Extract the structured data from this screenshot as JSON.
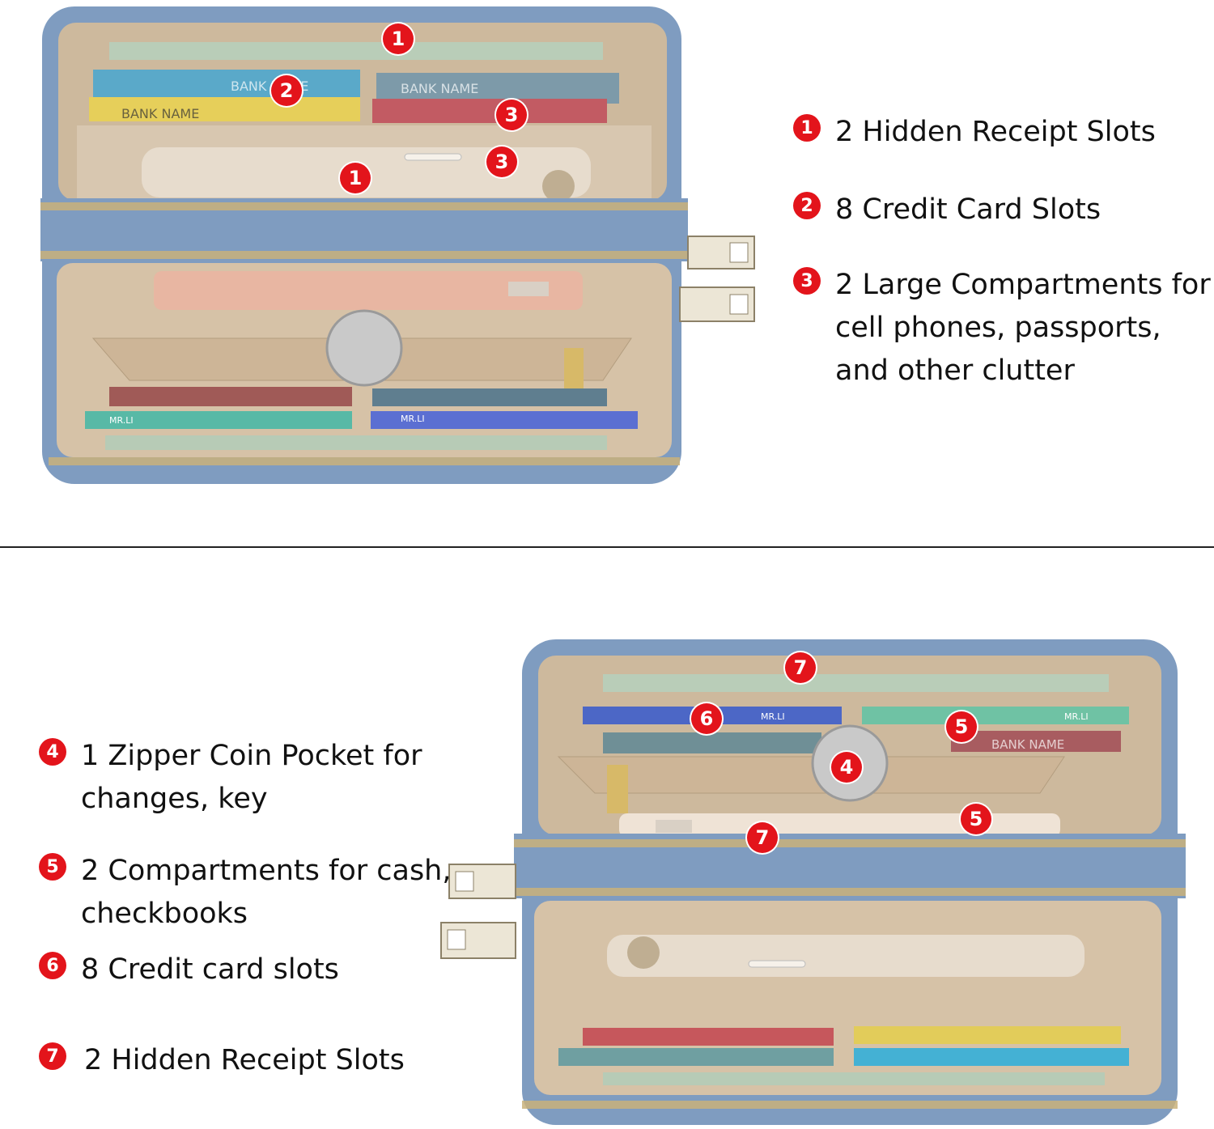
{
  "top_legend": [
    {
      "num": "1",
      "text": "2 Hidden Receipt Slots"
    },
    {
      "num": "2",
      "text": "8 Credit Card Slots"
    },
    {
      "num": "3",
      "text": "2 Large Compartments for\n cell phones, passports,\nand other clutter"
    }
  ],
  "bottom_legend": [
    {
      "num": "4",
      "text": "1 Zipper Coin Pocket for\nchanges, key"
    },
    {
      "num": "5",
      "text": "2 Compartments for cash,\ncheckbooks"
    },
    {
      "num": "6",
      "text": "8 Credit card slots"
    },
    {
      "num": "7",
      "text": "2 Hidden Receipt Slots"
    }
  ],
  "top_markers": [
    "1",
    "2",
    "3",
    "3",
    "1"
  ],
  "bottom_markers": [
    "7",
    "6",
    "5",
    "4",
    "5",
    "7"
  ],
  "card_text": {
    "bank_name": "BANK NAME",
    "mr_li": "MR.LI"
  },
  "colors": {
    "accent_red": "#e3141b",
    "wallet_blue": "#7f9cc0",
    "lining_beige": "#d8c7b0",
    "zipper_gold": "#c9b27a"
  }
}
